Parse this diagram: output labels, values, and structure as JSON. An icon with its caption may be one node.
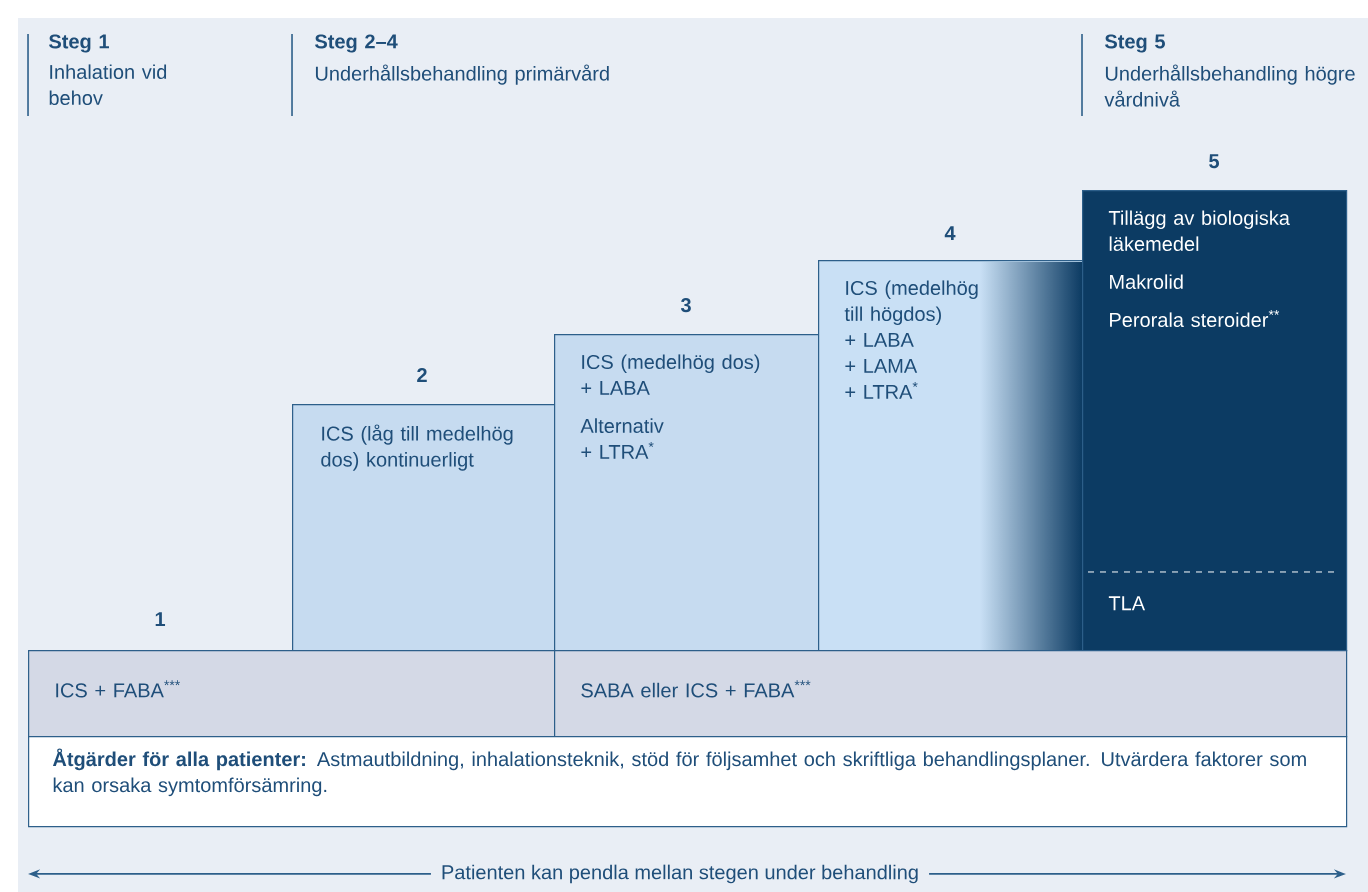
{
  "diagram": {
    "nodes": [
      {
        "text": [
          "ICS (låg till medelhög dos) kontinuerligt"
        ]
      },
      {
        "text": [
          "ICS (medelhög dos)",
          "+ LABA",
          "Alternativ",
          "+ LTRA$^{*}$"
        ]
      },
      {
        "text": [
          "ICS (medelhög till högdos)",
          "+ LABA",
          "+ LAMA",
          "+ LTRA$^{*}$"
        ]
      },
      {
        "text": [
          "Tillägg av biologiska läkemedel",
          "Makrolid",
          "Perorala steroider$^{**}$",
          "TLA"
        ]
      },
      {
        "text": [
          "ICS + FABA$^{***}$"
        ]
      },
      {
        "text": [
          "SABA eller ICS + FABA$^{***}$"
        ]
      },
      {
        "text": [
          "**Åtgärder för alla patienter:** Astmautbildning, inhalationsteknik, stöd för följsamhet och skriftliga behandlingsplaner. Utvärdera faktorer som kan orsaka symtomförsämring."
        ]
      }
    ],
    "edges": [],
    "labels": [
      "Steg 1",
      "Inhalation vid behov",
      "Steg 2–4",
      "Underhållsbehandling primärvård",
      "Steg 5",
      "Underhållsbehandling högre vårdnivå",
      "5",
      "4",
      "3",
      "2",
      "1",
      "Patienten kan pendla mellan stegen under behandling"
    ]
  }
}
